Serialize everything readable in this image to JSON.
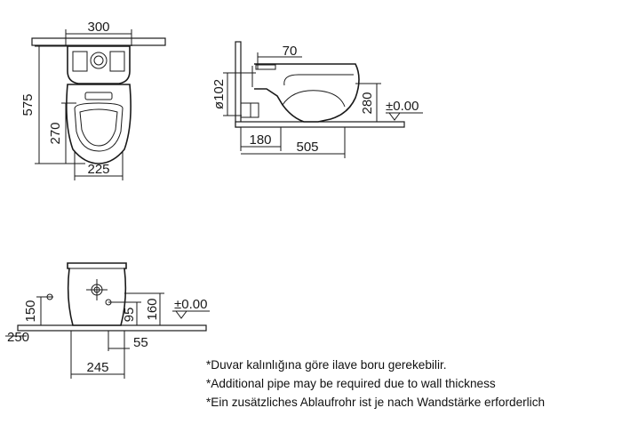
{
  "top_view": {
    "width_top": "300",
    "height_total": "575",
    "height_seat": "270",
    "width_bottom": "225"
  },
  "side_view": {
    "offset_top": "70",
    "pipe_diameter": "ø102",
    "height_outlet": "280",
    "level": "±0.00",
    "wall_dist": "180",
    "length": "505"
  },
  "front_view": {
    "dim_150": "150",
    "dim_250": "250",
    "dim_95": "95",
    "dim_160": "160",
    "level": "±0.00",
    "dim_55": "55",
    "dim_245": "245"
  },
  "notes": [
    "*Duvar kalınlığına göre ilave boru gerekebilir.",
    "*Additional pipe may be required due to wall thickness",
    "*Ein zusätzliches Ablaufrohr ist je nach Wandstärke erforderlich"
  ]
}
